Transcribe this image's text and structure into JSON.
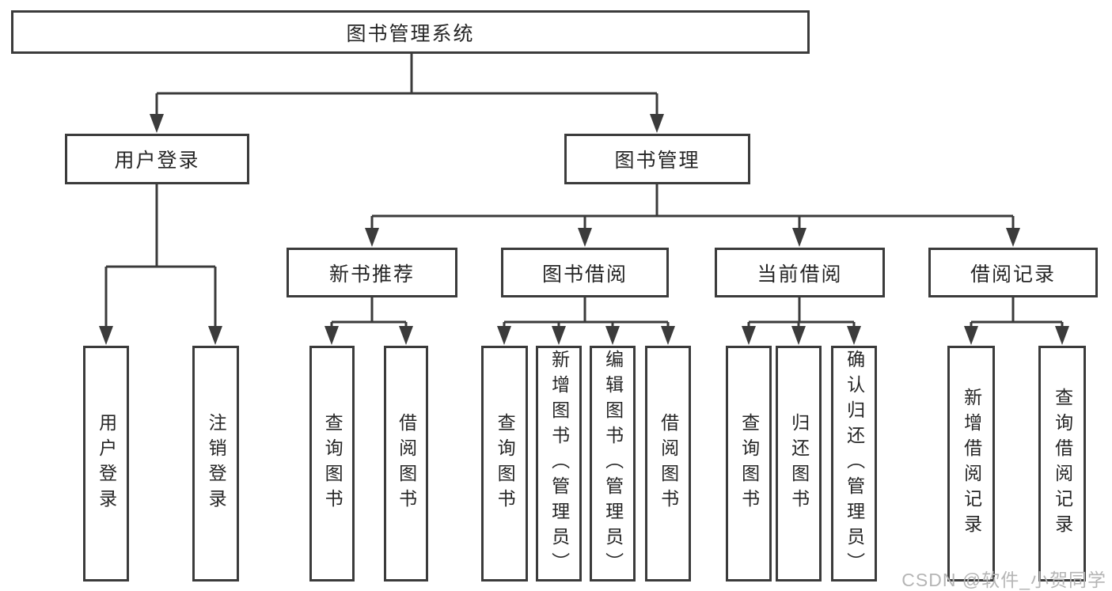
{
  "tree": {
    "root": "图书管理系统",
    "branches": [
      {
        "label": "用户登录",
        "children": [
          "用户登录",
          "注销登录"
        ]
      },
      {
        "label": "图书管理",
        "children": [
          {
            "label": "新书推荐",
            "children": [
              "查询图书",
              "借阅图书"
            ]
          },
          {
            "label": "图书借阅",
            "children": [
              "查询图书",
              "新增图书（管理员）",
              "编辑图书（管理员）",
              "借阅图书"
            ]
          },
          {
            "label": "当前借阅",
            "children": [
              "查询图书",
              "归还图书",
              "确认归还（管理员）"
            ]
          },
          {
            "label": "借阅记录",
            "children": [
              "新增借阅记录",
              "查询借阅记录"
            ]
          }
        ]
      }
    ]
  },
  "watermark": {
    "text": "CSDN @软件_小贺同学"
  },
  "colors": {
    "line": "#3b3b3b",
    "text": "#262626",
    "watermark": "#b5b5b5",
    "background": "#ffffff"
  }
}
